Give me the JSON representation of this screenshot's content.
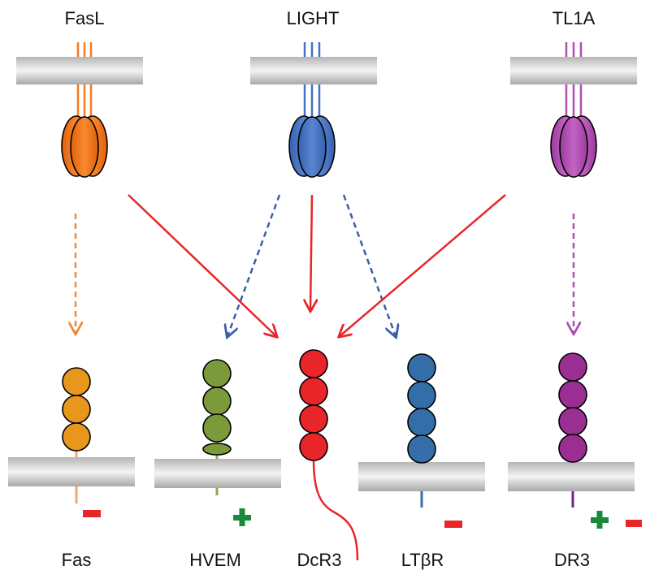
{
  "ligands": [
    {
      "name": "FasL",
      "color": "#f47b20"
    },
    {
      "name": "LIGHT",
      "color": "#4472c4"
    },
    {
      "name": "TL1A",
      "color": "#b04fb0"
    }
  ],
  "receptors": [
    {
      "name": "Fas",
      "color": "#e8961c",
      "domains": 3,
      "sign": "minus"
    },
    {
      "name": "HVEM",
      "color": "#7b9a3a",
      "domains": 4,
      "sign": "plus"
    },
    {
      "name": "DcR3",
      "color": "#e8262a",
      "domains": 4,
      "sign": "none"
    },
    {
      "name": "LTβR",
      "color": "#336ea8",
      "domains": 4,
      "sign": "minus"
    },
    {
      "name": "DR3",
      "color": "#9b2e93",
      "domains": 4,
      "sign": "plus-minus"
    }
  ],
  "arrows": {
    "solid_color": "#e8262a",
    "dashed_blue": "#3a5faa"
  },
  "signs": {
    "plus_color": "#1a8a3a",
    "minus_color": "#e8262a"
  }
}
